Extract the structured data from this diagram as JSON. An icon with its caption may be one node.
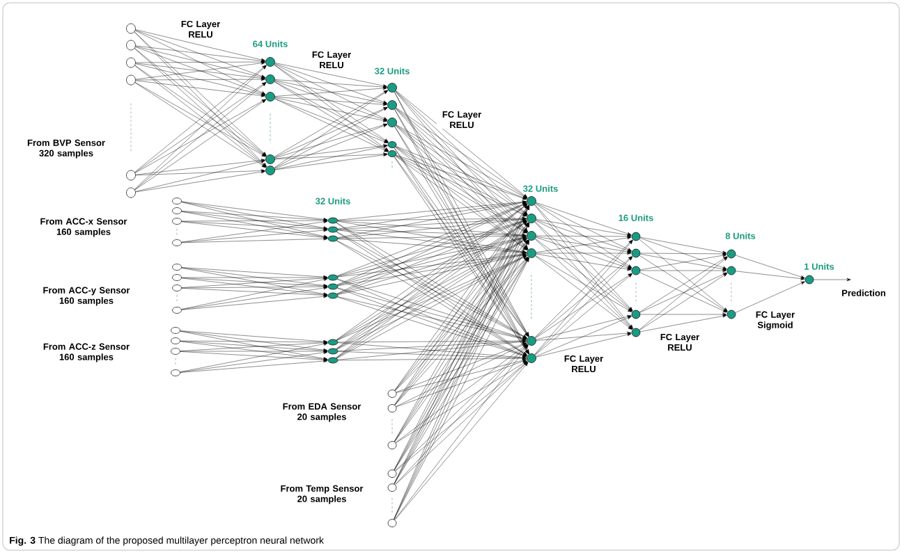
{
  "diagram": {
    "caption": "**Fig. 3** The diagram of the proposed multilayer perceptron neural network",
    "nodes": [
      {
        "text": [],
        "shape": "circle"
      },
      {
        "text": [],
        "shape": "circle"
      },
      {
        "text": [],
        "shape": "circle"
      },
      {
        "text": [],
        "shape": "circle"
      },
      {
        "text": [],
        "shape": "circle"
      },
      {
        "text": [],
        "shape": "circle"
      },
      {
        "text": [],
        "shape": "circle"
      },
      {
        "text": [],
        "shape": "circle"
      },
      {
        "text": [],
        "shape": "circle"
      },
      {
        "text": [],
        "shape": "circle"
      },
      {
        "text": [],
        "shape": "circle"
      },
      {
        "text": [],
        "shape": "circle"
      },
      {
        "text": [],
        "shape": "circle"
      },
      {
        "text": [],
        "shape": "circle"
      },
      {
        "text": [],
        "shape": "circle"
      },
      {
        "text": [],
        "shape": "circle"
      },
      {
        "text": [],
        "shape": "circle"
      },
      {
        "text": [],
        "shape": "circle"
      },
      {
        "text": [],
        "shape": "circle"
      },
      {
        "text": [],
        "shape": "circle"
      },
      {
        "text": [],
        "shape": "circle"
      },
      {
        "text": [],
        "shape": "circle"
      },
      {
        "text": [],
        "shape": "circle"
      },
      {
        "text": [],
        "shape": "circle"
      },
      {
        "text": [],
        "shape": "circle"
      },
      {
        "text": [],
        "shape": "circle"
      },
      {
        "text": [],
        "shape": "circle"
      },
      {
        "text": [],
        "shape": "circle"
      },
      {
        "text": [],
        "shape": "circle"
      },
      {
        "text": [],
        "shape": "circle"
      },
      {
        "text": [],
        "shape": "circle"
      },
      {
        "text": [],
        "shape": "circle"
      },
      {
        "text": [],
        "shape": "circle"
      },
      {
        "text": [],
        "shape": "circle"
      },
      {
        "text": [],
        "shape": "circle"
      },
      {
        "text": [],
        "shape": "circle"
      },
      {
        "text": [],
        "shape": "circle"
      },
      {
        "text": [],
        "shape": "circle"
      },
      {
        "text": [],
        "shape": "circle"
      },
      {
        "text": [],
        "shape": "circle"
      },
      {
        "text": [],
        "shape": "circle"
      },
      {
        "text": [],
        "shape": "circle"
      },
      {
        "text": [],
        "shape": "circle"
      },
      {
        "text": [],
        "shape": "circle"
      },
      {
        "text": [],
        "shape": "circle"
      },
      {
        "text": [],
        "shape": "circle"
      },
      {
        "text": [],
        "shape": "circle"
      },
      {
        "text": [],
        "shape": "circle"
      },
      {
        "text": [],
        "shape": "circle"
      },
      {
        "text": [],
        "shape": "circle"
      },
      {
        "text": [],
        "shape": "circle"
      },
      {
        "text": [],
        "shape": "circle"
      },
      {
        "text": [],
        "shape": "circle"
      },
      {
        "text": [],
        "shape": "circle"
      },
      {
        "text": [],
        "shape": "circle"
      },
      {
        "text": [],
        "shape": "circle"
      },
      {
        "text": [],
        "shape": "circle"
      },
      {
        "text": [],
        "shape": "circle"
      },
      {
        "text": [
          "Prediction"
        ]
      }
    ],
    "edges": [
      {
        "from": 0,
        "to": 6,
        "arrow": "to"
      },
      {
        "from": 0,
        "to": 7,
        "arrow": "to"
      },
      {
        "from": 0,
        "to": 8,
        "arrow": "to"
      },
      {
        "from": 0,
        "to": 9,
        "arrow": "to"
      },
      {
        "from": 0,
        "to": 10,
        "arrow": "to"
      },
      {
        "from": 1,
        "to": 6,
        "arrow": "to"
      },
      {
        "from": 1,
        "to": 7,
        "arrow": "to"
      },
      {
        "from": 1,
        "to": 8,
        "arrow": "to"
      },
      {
        "from": 1,
        "to": 9,
        "arrow": "to"
      },
      {
        "from": 1,
        "to": 10,
        "arrow": "to"
      },
      {
        "from": 2,
        "to": 6,
        "arrow": "to"
      },
      {
        "from": 2,
        "to": 7,
        "arrow": "to"
      },
      {
        "from": 2,
        "to": 8,
        "arrow": "to"
      },
      {
        "from": 2,
        "to": 9,
        "arrow": "to"
      },
      {
        "from": 2,
        "to": 10,
        "arrow": "to"
      },
      {
        "from": 3,
        "to": 6,
        "arrow": "to"
      },
      {
        "from": 3,
        "to": 7,
        "arrow": "to"
      },
      {
        "from": 3,
        "to": 8,
        "arrow": "to"
      },
      {
        "from": 3,
        "to": 9,
        "arrow": "to"
      },
      {
        "from": 3,
        "to": 10,
        "arrow": "to"
      },
      {
        "from": 4,
        "to": 6,
        "arrow": "to"
      },
      {
        "from": 4,
        "to": 7,
        "arrow": "to"
      },
      {
        "from": 4,
        "to": 8,
        "arrow": "to"
      },
      {
        "from": 4,
        "to": 9,
        "arrow": "to"
      },
      {
        "from": 4,
        "to": 10,
        "arrow": "to"
      },
      {
        "from": 5,
        "to": 6,
        "arrow": "to"
      },
      {
        "from": 5,
        "to": 7,
        "arrow": "to"
      },
      {
        "from": 5,
        "to": 8,
        "arrow": "to"
      },
      {
        "from": 5,
        "to": 9,
        "arrow": "to"
      },
      {
        "from": 5,
        "to": 10,
        "arrow": "to"
      },
      {
        "from": 6,
        "to": 11,
        "arrow": "to"
      },
      {
        "from": 6,
        "to": 12,
        "arrow": "to"
      },
      {
        "from": 6,
        "to": 13,
        "arrow": "to"
      },
      {
        "from": 6,
        "to": 14,
        "arrow": "to"
      },
      {
        "from": 6,
        "to": 15,
        "arrow": "to"
      },
      {
        "from": 7,
        "to": 11,
        "arrow": "to"
      },
      {
        "from": 7,
        "to": 12,
        "arrow": "to"
      },
      {
        "from": 7,
        "to": 13,
        "arrow": "to"
      },
      {
        "from": 7,
        "to": 14,
        "arrow": "to"
      },
      {
        "from": 7,
        "to": 15,
        "arrow": "to"
      },
      {
        "from": 8,
        "to": 11,
        "arrow": "to"
      },
      {
        "from": 8,
        "to": 12,
        "arrow": "to"
      },
      {
        "from": 8,
        "to": 13,
        "arrow": "to"
      },
      {
        "from": 8,
        "to": 14,
        "arrow": "to"
      },
      {
        "from": 8,
        "to": 15,
        "arrow": "to"
      },
      {
        "from": 9,
        "to": 11,
        "arrow": "to"
      },
      {
        "from": 9,
        "to": 12,
        "arrow": "to"
      },
      {
        "from": 9,
        "to": 13,
        "arrow": "to"
      },
      {
        "from": 9,
        "to": 14,
        "arrow": "to"
      },
      {
        "from": 9,
        "to": 15,
        "arrow": "to"
      },
      {
        "from": 10,
        "to": 11,
        "arrow": "to"
      },
      {
        "from": 10,
        "to": 12,
        "arrow": "to"
      },
      {
        "from": 10,
        "to": 13,
        "arrow": "to"
      },
      {
        "from": 10,
        "to": 14,
        "arrow": "to"
      },
      {
        "from": 10,
        "to": 15,
        "arrow": "to"
      },
      {
        "from": 16,
        "to": 20,
        "arrow": "to"
      },
      {
        "from": 16,
        "to": 21,
        "arrow": "to"
      },
      {
        "from": 16,
        "to": 22,
        "arrow": "to"
      },
      {
        "from": 17,
        "to": 20,
        "arrow": "to"
      },
      {
        "from": 17,
        "to": 21,
        "arrow": "to"
      },
      {
        "from": 17,
        "to": 22,
        "arrow": "to"
      },
      {
        "from": 18,
        "to": 20,
        "arrow": "to"
      },
      {
        "from": 18,
        "to": 21,
        "arrow": "to"
      },
      {
        "from": 18,
        "to": 22,
        "arrow": "to"
      },
      {
        "from": 19,
        "to": 20,
        "arrow": "to"
      },
      {
        "from": 19,
        "to": 21,
        "arrow": "to"
      },
      {
        "from": 19,
        "to": 22,
        "arrow": "to"
      },
      {
        "from": 23,
        "to": 27,
        "arrow": "to"
      },
      {
        "from": 23,
        "to": 28,
        "arrow": "to"
      },
      {
        "from": 23,
        "to": 29,
        "arrow": "to"
      },
      {
        "from": 24,
        "to": 27,
        "arrow": "to"
      },
      {
        "from": 24,
        "to": 28,
        "arrow": "to"
      },
      {
        "from": 24,
        "to": 29,
        "arrow": "to"
      },
      {
        "from": 25,
        "to": 27,
        "arrow": "to"
      },
      {
        "from": 25,
        "to": 28,
        "arrow": "to"
      },
      {
        "from": 25,
        "to": 29,
        "arrow": "to"
      },
      {
        "from": 26,
        "to": 27,
        "arrow": "to"
      },
      {
        "from": 26,
        "to": 28,
        "arrow": "to"
      },
      {
        "from": 26,
        "to": 29,
        "arrow": "to"
      },
      {
        "from": 30,
        "to": 34,
        "arrow": "to"
      },
      {
        "from": 30,
        "to": 35,
        "arrow": "to"
      },
      {
        "from": 30,
        "to": 36,
        "arrow": "to"
      },
      {
        "from": 31,
        "to": 34,
        "arrow": "to"
      },
      {
        "from": 31,
        "to": 35,
        "arrow": "to"
      },
      {
        "from": 31,
        "to": 36,
        "arrow": "to"
      },
      {
        "from": 32,
        "to": 34,
        "arrow": "to"
      },
      {
        "from": 32,
        "to": 35,
        "arrow": "to"
      },
      {
        "from": 32,
        "to": 36,
        "arrow": "to"
      },
      {
        "from": 33,
        "to": 34,
        "arrow": "to"
      },
      {
        "from": 33,
        "to": 35,
        "arrow": "to"
      },
      {
        "from": 33,
        "to": 36,
        "arrow": "to"
      },
      {
        "from": 11,
        "to": 43,
        "arrow": "to"
      },
      {
        "from": 11,
        "to": 44,
        "arrow": "to"
      },
      {
        "from": 11,
        "to": 45,
        "arrow": "to"
      },
      {
        "from": 11,
        "to": 46,
        "arrow": "to"
      },
      {
        "from": 11,
        "to": 47,
        "arrow": "to"
      },
      {
        "from": 11,
        "to": 48,
        "arrow": "to"
      },
      {
        "from": 12,
        "to": 43,
        "arrow": "to"
      },
      {
        "from": 12,
        "to": 44,
        "arrow": "to"
      },
      {
        "from": 12,
        "to": 45,
        "arrow": "to"
      },
      {
        "from": 12,
        "to": 46,
        "arrow": "to"
      },
      {
        "from": 12,
        "to": 47,
        "arrow": "to"
      },
      {
        "from": 12,
        "to": 48,
        "arrow": "to"
      },
      {
        "from": 13,
        "to": 43,
        "arrow": "to"
      },
      {
        "from": 13,
        "to": 44,
        "arrow": "to"
      },
      {
        "from": 13,
        "to": 45,
        "arrow": "to"
      },
      {
        "from": 13,
        "to": 46,
        "arrow": "to"
      },
      {
        "from": 13,
        "to": 47,
        "arrow": "to"
      },
      {
        "from": 13,
        "to": 48,
        "arrow": "to"
      },
      {
        "from": 14,
        "to": 43,
        "arrow": "to"
      },
      {
        "from": 14,
        "to": 44,
        "arrow": "to"
      },
      {
        "from": 14,
        "to": 45,
        "arrow": "to"
      },
      {
        "from": 14,
        "to": 46,
        "arrow": "to"
      },
      {
        "from": 14,
        "to": 47,
        "arrow": "to"
      },
      {
        "from": 14,
        "to": 48,
        "arrow": "to"
      },
      {
        "from": 15,
        "to": 43,
        "arrow": "to"
      },
      {
        "from": 15,
        "to": 44,
        "arrow": "to"
      },
      {
        "from": 15,
        "to": 45,
        "arrow": "to"
      },
      {
        "from": 15,
        "to": 46,
        "arrow": "to"
      },
      {
        "from": 15,
        "to": 47,
        "arrow": "to"
      },
      {
        "from": 15,
        "to": 48,
        "arrow": "to"
      },
      {
        "from": 20,
        "to": 43,
        "arrow": "to"
      },
      {
        "from": 20,
        "to": 44,
        "arrow": "to"
      },
      {
        "from": 20,
        "to": 45,
        "arrow": "to"
      },
      {
        "from": 20,
        "to": 46,
        "arrow": "to"
      },
      {
        "from": 20,
        "to": 47,
        "arrow": "to"
      },
      {
        "from": 20,
        "to": 48,
        "arrow": "to"
      },
      {
        "from": 21,
        "to": 43,
        "arrow": "to"
      },
      {
        "from": 21,
        "to": 44,
        "arrow": "to"
      },
      {
        "from": 21,
        "to": 45,
        "arrow": "to"
      },
      {
        "from": 21,
        "to": 46,
        "arrow": "to"
      },
      {
        "from": 21,
        "to": 47,
        "arrow": "to"
      },
      {
        "from": 21,
        "to": 48,
        "arrow": "to"
      },
      {
        "from": 22,
        "to": 43,
        "arrow": "to"
      },
      {
        "from": 22,
        "to": 44,
        "arrow": "to"
      },
      {
        "from": 22,
        "to": 45,
        "arrow": "to"
      },
      {
        "from": 22,
        "to": 46,
        "arrow": "to"
      },
      {
        "from": 22,
        "to": 47,
        "arrow": "to"
      },
      {
        "from": 22,
        "to": 48,
        "arrow": "to"
      },
      {
        "from": 27,
        "to": 43,
        "arrow": "to"
      },
      {
        "from": 27,
        "to": 44,
        "arrow": "to"
      },
      {
        "from": 27,
        "to": 45,
        "arrow": "to"
      },
      {
        "from": 27,
        "to": 46,
        "arrow": "to"
      },
      {
        "from": 27,
        "to": 47,
        "arrow": "to"
      },
      {
        "from": 27,
        "to": 48,
        "arrow": "to"
      },
      {
        "from": 28,
        "to": 43,
        "arrow": "to"
      },
      {
        "from": 28,
        "to": 44,
        "arrow": "to"
      },
      {
        "from": 28,
        "to": 45,
        "arrow": "to"
      },
      {
        "from": 28,
        "to": 46,
        "arrow": "to"
      },
      {
        "from": 28,
        "to": 47,
        "arrow": "to"
      },
      {
        "from": 28,
        "to": 48,
        "arrow": "to"
      },
      {
        "from": 29,
        "to": 43,
        "arrow": "to"
      },
      {
        "from": 29,
        "to": 44,
        "arrow": "to"
      },
      {
        "from": 29,
        "to": 45,
        "arrow": "to"
      },
      {
        "from": 29,
        "to": 46,
        "arrow": "to"
      },
      {
        "from": 29,
        "to": 47,
        "arrow": "to"
      },
      {
        "from": 29,
        "to": 48,
        "arrow": "to"
      },
      {
        "from": 34,
        "to": 43,
        "arrow": "to"
      },
      {
        "from": 34,
        "to": 44,
        "arrow": "to"
      },
      {
        "from": 34,
        "to": 45,
        "arrow": "to"
      },
      {
        "from": 34,
        "to": 46,
        "arrow": "to"
      },
      {
        "from": 34,
        "to": 47,
        "arrow": "to"
      },
      {
        "from": 34,
        "to": 48,
        "arrow": "to"
      },
      {
        "from": 35,
        "to": 43,
        "arrow": "to"
      },
      {
        "from": 35,
        "to": 44,
        "arrow": "to"
      },
      {
        "from": 35,
        "to": 45,
        "arrow": "to"
      },
      {
        "from": 35,
        "to": 46,
        "arrow": "to"
      },
      {
        "from": 35,
        "to": 47,
        "arrow": "to"
      },
      {
        "from": 35,
        "to": 48,
        "arrow": "to"
      },
      {
        "from": 36,
        "to": 43,
        "arrow": "to"
      },
      {
        "from": 36,
        "to": 44,
        "arrow": "to"
      },
      {
        "from": 36,
        "to": 45,
        "arrow": "to"
      },
      {
        "from": 36,
        "to": 46,
        "arrow": "to"
      },
      {
        "from": 36,
        "to": 47,
        "arrow": "to"
      },
      {
        "from": 36,
        "to": 48,
        "arrow": "to"
      },
      {
        "from": 37,
        "to": 43,
        "arrow": "to"
      },
      {
        "from": 37,
        "to": 44,
        "arrow": "to"
      },
      {
        "from": 37,
        "to": 45,
        "arrow": "to"
      },
      {
        "from": 37,
        "to": 46,
        "arrow": "to"
      },
      {
        "from": 37,
        "to": 47,
        "arrow": "to"
      },
      {
        "from": 37,
        "to": 48,
        "arrow": "to"
      },
      {
        "from": 38,
        "to": 43,
        "arrow": "to"
      },
      {
        "from": 38,
        "to": 44,
        "arrow": "to"
      },
      {
        "from": 38,
        "to": 45,
        "arrow": "to"
      },
      {
        "from": 38,
        "to": 46,
        "arrow": "to"
      },
      {
        "from": 38,
        "to": 47,
        "arrow": "to"
      },
      {
        "from": 38,
        "to": 48,
        "arrow": "to"
      },
      {
        "from": 39,
        "to": 43,
        "arrow": "to"
      },
      {
        "from": 39,
        "to": 44,
        "arrow": "to"
      },
      {
        "from": 39,
        "to": 45,
        "arrow": "to"
      },
      {
        "from": 39,
        "to": 46,
        "arrow": "to"
      },
      {
        "from": 39,
        "to": 47,
        "arrow": "to"
      },
      {
        "from": 39,
        "to": 48,
        "arrow": "to"
      },
      {
        "from": 40,
        "to": 43,
        "arrow": "to"
      },
      {
        "from": 40,
        "to": 44,
        "arrow": "to"
      },
      {
        "from": 40,
        "to": 45,
        "arrow": "to"
      },
      {
        "from": 40,
        "to": 46,
        "arrow": "to"
      },
      {
        "from": 40,
        "to": 47,
        "arrow": "to"
      },
      {
        "from": 40,
        "to": 48,
        "arrow": "to"
      },
      {
        "from": 41,
        "to": 43,
        "arrow": "to"
      },
      {
        "from": 41,
        "to": 44,
        "arrow": "to"
      },
      {
        "from": 41,
        "to": 45,
        "arrow": "to"
      },
      {
        "from": 41,
        "to": 46,
        "arrow": "to"
      },
      {
        "from": 41,
        "to": 47,
        "arrow": "to"
      },
      {
        "from": 41,
        "to": 48,
        "arrow": "to"
      },
      {
        "from": 42,
        "to": 43,
        "arrow": "to"
      },
      {
        "from": 42,
        "to": 44,
        "arrow": "to"
      },
      {
        "from": 42,
        "to": 45,
        "arrow": "to"
      },
      {
        "from": 42,
        "to": 46,
        "arrow": "to"
      },
      {
        "from": 42,
        "to": 47,
        "arrow": "to"
      },
      {
        "from": 42,
        "to": 48,
        "arrow": "to"
      },
      {
        "from": 43,
        "to": 49,
        "arrow": "to"
      },
      {
        "from": 43,
        "to": 50,
        "arrow": "to"
      },
      {
        "from": 43,
        "to": 51,
        "arrow": "to"
      },
      {
        "from": 43,
        "to": 52,
        "arrow": "to"
      },
      {
        "from": 43,
        "to": 53,
        "arrow": "to"
      },
      {
        "from": 44,
        "to": 49,
        "arrow": "to"
      },
      {
        "from": 44,
        "to": 50,
        "arrow": "to"
      },
      {
        "from": 44,
        "to": 51,
        "arrow": "to"
      },
      {
        "from": 44,
        "to": 52,
        "arrow": "to"
      },
      {
        "from": 44,
        "to": 53,
        "arrow": "to"
      },
      {
        "from": 45,
        "to": 49,
        "arrow": "to"
      },
      {
        "from": 45,
        "to": 50,
        "arrow": "to"
      },
      {
        "from": 45,
        "to": 51,
        "arrow": "to"
      },
      {
        "from": 45,
        "to": 52,
        "arrow": "to"
      },
      {
        "from": 45,
        "to": 53,
        "arrow": "to"
      },
      {
        "from": 46,
        "to": 49,
        "arrow": "to"
      },
      {
        "from": 46,
        "to": 50,
        "arrow": "to"
      },
      {
        "from": 46,
        "to": 51,
        "arrow": "to"
      },
      {
        "from": 46,
        "to": 52,
        "arrow": "to"
      },
      {
        "from": 46,
        "to": 53,
        "arrow": "to"
      },
      {
        "from": 47,
        "to": 49,
        "arrow": "to"
      },
      {
        "from": 47,
        "to": 50,
        "arrow": "to"
      },
      {
        "from": 47,
        "to": 51,
        "arrow": "to"
      },
      {
        "from": 47,
        "to": 52,
        "arrow": "to"
      },
      {
        "from": 47,
        "to": 53,
        "arrow": "to"
      },
      {
        "from": 48,
        "to": 49,
        "arrow": "to"
      },
      {
        "from": 48,
        "to": 50,
        "arrow": "to"
      },
      {
        "from": 48,
        "to": 51,
        "arrow": "to"
      },
      {
        "from": 48,
        "to": 52,
        "arrow": "to"
      },
      {
        "from": 48,
        "to": 53,
        "arrow": "to"
      },
      {
        "from": 49,
        "to": 54,
        "arrow": "to"
      },
      {
        "from": 49,
        "to": 55,
        "arrow": "to"
      },
      {
        "from": 49,
        "to": 56,
        "arrow": "to"
      },
      {
        "from": 50,
        "to": 54,
        "arrow": "to"
      },
      {
        "from": 50,
        "to": 55,
        "arrow": "to"
      },
      {
        "from": 50,
        "to": 56,
        "arrow": "to"
      },
      {
        "from": 51,
        "to": 54,
        "arrow": "to"
      },
      {
        "from": 51,
        "to": 55,
        "arrow": "to"
      },
      {
        "from": 51,
        "to": 56,
        "arrow": "to"
      },
      {
        "from": 52,
        "to": 54,
        "arrow": "to"
      },
      {
        "from": 52,
        "to": 55,
        "arrow": "to"
      },
      {
        "from": 52,
        "to": 56,
        "arrow": "to"
      },
      {
        "from": 53,
        "to": 54,
        "arrow": "to"
      },
      {
        "from": 53,
        "to": 55,
        "arrow": "to"
      },
      {
        "from": 53,
        "to": 56,
        "arrow": "to"
      },
      {
        "from": 54,
        "to": 57,
        "arrow": "to"
      },
      {
        "from": 55,
        "to": 57,
        "arrow": "to"
      },
      {
        "from": 56,
        "to": 57,
        "arrow": "to"
      },
      {
        "from": 57,
        "to": 58,
        "arrow": "to"
      }
    ],
    "labels": [
      "FC Layer RELU",
      "64 Units",
      "FC Layer RELU",
      "32 Units",
      "FC Layer RELU",
      "From BVP Sensor 320 samples",
      "32 Units",
      "32 Units",
      "From ACC-x Sensor 160 samples",
      "16 Units",
      "8 Units",
      "1 Units",
      "From ACC-y Sensor 160 samples",
      "FC Layer Sigmoid",
      "FC Layer RELU",
      "From ACC-z Sensor 160 samples",
      "FC Layer RELU",
      "From EDA Sensor 20 samples",
      "From Temp Sensor 20 samples"
    ]
  }
}
